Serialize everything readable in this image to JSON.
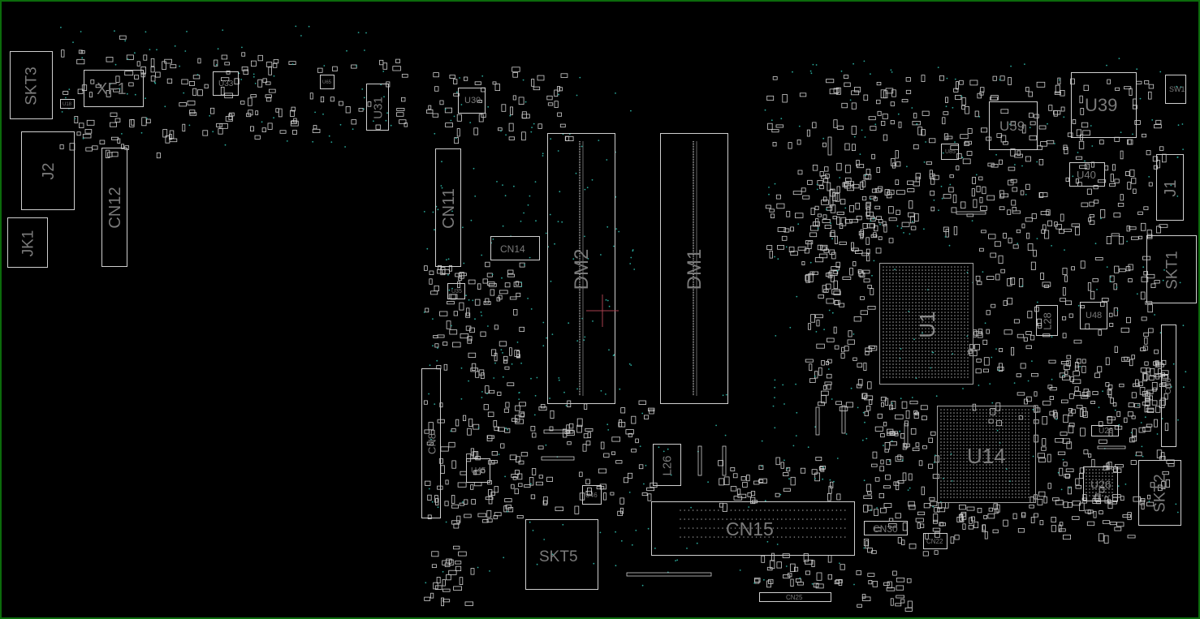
{
  "viewer": {
    "border_color": "#0b6b0b",
    "background": "#000000",
    "outline_color": "#cfcfcf",
    "label_color": "#7a7a7a",
    "via_color": "#2aa89a",
    "cursor_color": "#a8404e"
  },
  "components": {
    "SKT3": "SKT3",
    "XF1": "XF1",
    "U33": "U33",
    "U31": "U31",
    "U30": "U30",
    "J2": "J2",
    "CN12": "CN12",
    "JK1": "JK1",
    "CN11": "CN11",
    "CN14": "CN14",
    "DM2": "DM2",
    "DM1": "DM1",
    "U59": "U59",
    "U39": "U39",
    "SW1": "SW1",
    "U40": "U40",
    "J1": "J1",
    "SKT1": "SKT1",
    "U1": "U1",
    "L28": "L28",
    "U48": "U48",
    "CN6": "CN6",
    "U14": "U14",
    "U28": "U28",
    "U26": "U26",
    "SKT2": "SKT2",
    "CN8": "CN8",
    "U45": "U45",
    "U46": "U46",
    "L26": "L26",
    "SKT5": "SKT5",
    "CN15": "CN15",
    "CN30": "CN30",
    "CN22": "CN22",
    "CN25": "CN25",
    "U85": "U85",
    "U65": "U65",
    "U35": "U35",
    "U18": "U18"
  }
}
